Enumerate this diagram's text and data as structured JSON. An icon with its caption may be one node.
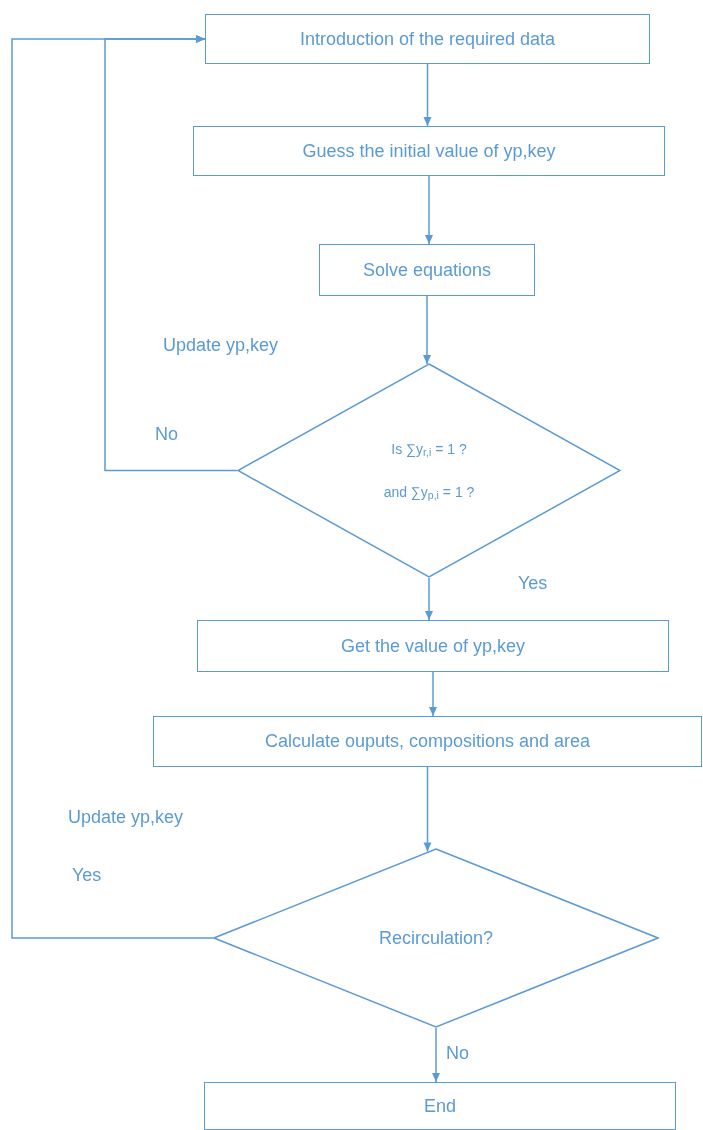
{
  "diagram": {
    "nodes": [
      {
        "text": [
          "Introduction of the required data"
        ]
      },
      {
        "text": [
          "Guess the initial value of yp,key"
        ]
      },
      {
        "text": [
          "Solve equations"
        ]
      },
      {
        "text": [
          "Is ∑y$_{r,i}$ = 1 ?",
          "and ∑y$_{p,i}$ = 1 ?"
        ]
      },
      {
        "text": [
          "Get the value of yp,key"
        ]
      },
      {
        "text": [
          "Calculate ouputs, compositions and area"
        ]
      },
      {
        "text": [
          "Recirculation?"
        ]
      },
      {
        "text": [
          "End"
        ]
      }
    ],
    "edges": [
      {
        "from": 0,
        "to": 1,
        "arrow": "to"
      },
      {
        "from": 1,
        "to": 2,
        "arrow": "to"
      },
      {
        "from": 2,
        "to": 3,
        "arrow": "to"
      },
      {
        "from": 3,
        "to": 4,
        "label": "Yes",
        "arrow": "to"
      },
      {
        "from": 4,
        "to": 5,
        "arrow": "to"
      },
      {
        "from": 5,
        "to": 6,
        "arrow": "to"
      },
      {
        "from": 6,
        "to": 7,
        "label": "No",
        "arrow": "to"
      },
      {
        "from": 3,
        "to": 0,
        "label": "No",
        "arrow": "to"
      },
      {
        "from": 6,
        "to": 0,
        "label": "Yes",
        "arrow": "to"
      }
    ],
    "labels": [
      "Update yp,key",
      "Update yp,key"
    ]
  }
}
